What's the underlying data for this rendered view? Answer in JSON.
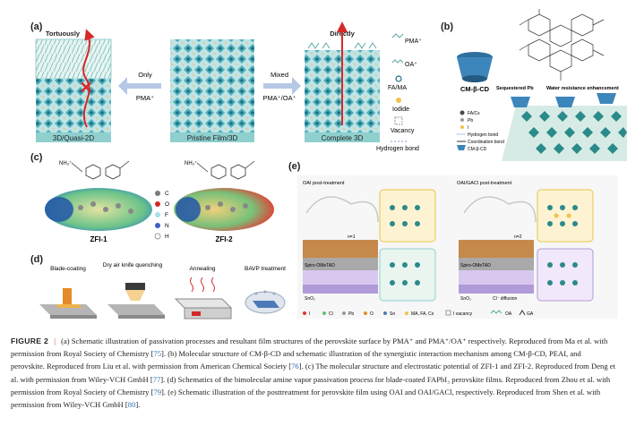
{
  "panel_a": {
    "label": "(a)",
    "left_title": "Tortuously",
    "right_title": "Directly",
    "left_caption": "3D/Quasi-2D",
    "center_caption": "Pristine Film/3D",
    "right_caption": "Complete 3D",
    "arrow_left_top": "Only",
    "arrow_left_bottom": "PMA⁺",
    "arrow_right_top": "Mixed",
    "arrow_right_bottom": "PMA⁺/OA⁺",
    "legend": [
      "PMA⁺",
      "OA⁺",
      "FA/MA",
      "Iodide",
      "Vacancy",
      "Hydrogen bond"
    ]
  },
  "panel_b": {
    "label": "(b)",
    "cd_label": "CM-β-CD",
    "sequestered": "Sequestered Pb",
    "water": "Water resistance enhancement",
    "legend": [
      "FA/Cs",
      "Pb",
      "I",
      "Hydrogen bond",
      "Coordination bond",
      "CM-β-CD"
    ]
  },
  "panel_c": {
    "label": "(c)",
    "mol1": "ZFI-1",
    "mol2": "ZFI-2",
    "nh3": "NH₃⁺",
    "elements": [
      "C",
      "O",
      "F",
      "N",
      "H"
    ]
  },
  "panel_d": {
    "label": "(d)",
    "steps": [
      "Blade-coating",
      "Dry air knife quenching",
      "Annealing",
      "BAVP treatment"
    ]
  },
  "panel_e": {
    "label": "(e)",
    "left_title": "OAI post-treatment",
    "right_title": "OAI/GACl post-treatment",
    "spiro": "Spiro-OMeTAD",
    "sno2": "SnO₂",
    "n1": "n=1",
    "n2": "n=2",
    "cl_diff": "Cl⁻ diffusion",
    "legend": [
      "I",
      "Cl",
      "Pb",
      "O",
      "Sn",
      "MA, FA, Cs",
      "I vacancy",
      "OA",
      "GA"
    ]
  },
  "caption": {
    "fig_label": "FIGURE 2",
    "sep": "|",
    "seg": [
      "(a) Schematic illustration of passivation processes and resultant film structures of the perovskite surface by PMA⁺ and PMA⁺/OA⁺ respectively. Reproduced from Ma et al. with permission from Royal Society of Chemistry [",
      "75",
      "]. (b) Molecular structure of CM-β-CD and schematic illustration of the synergistic interaction mechanism among CM-β-CD, PEAI, and perovskite. Reproduced from Liu et al. with permission from American Chemical Society [",
      "76",
      "]. (c) The molecular structure and electrostatic potential of ZFI-1 and ZFI-2. Reproduced from Deng et al. with permission from Wiley-VCH GmbH [",
      "77",
      "]. (d) Schematics of the bimolecular amine vapor passivation process for blade-coated FAPbI₃ perovskite films. Reproduced from Zhou et al. with permission from Royal Society of Chemistry [",
      "79",
      "]. (e) Schematic illustration of the posttreatment for perovskite film using OAI and OAI/GACl, respectively. Reproduced from Shen et al. with permission from Wiley-VCH GmbH [",
      "80",
      "]."
    ]
  }
}
